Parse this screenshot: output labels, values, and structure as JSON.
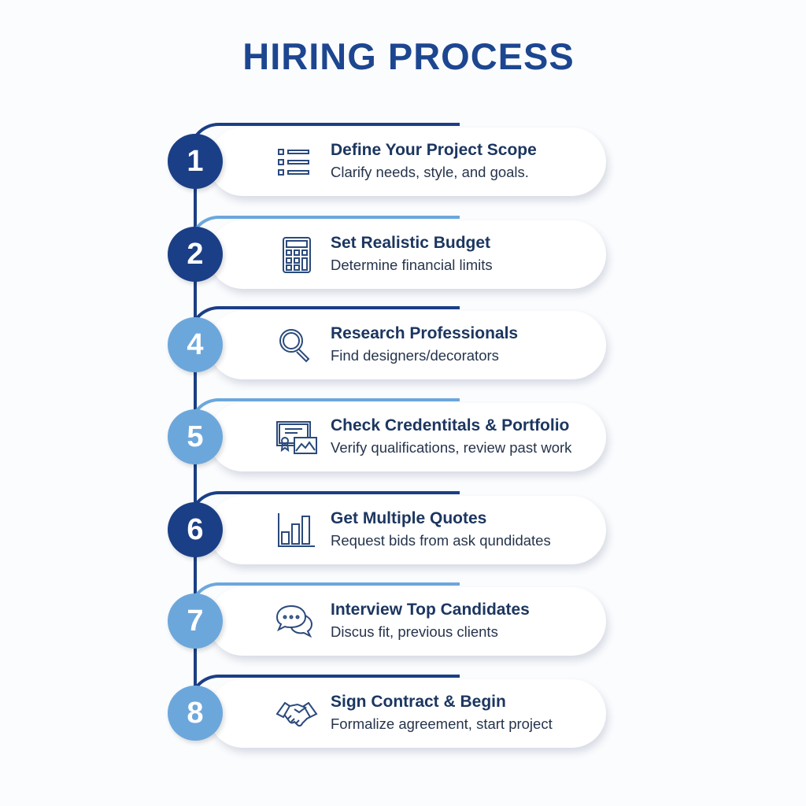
{
  "title": "HIRING PROCESS",
  "colors": {
    "dark": "#1b3f86",
    "light": "#6ca7dc",
    "text": "#1c3660"
  },
  "steps": [
    {
      "number": "1",
      "title": "Define Your Project Scope",
      "description": "Clarify needs, style, and goals.",
      "icon": "list-icon",
      "circle": "dark",
      "accent": "dark"
    },
    {
      "number": "2",
      "title": "Set Realistic Budget",
      "description": "Determine financial limits",
      "icon": "calculator-icon",
      "circle": "dark",
      "accent": "light"
    },
    {
      "number": "4",
      "title": "Research Professionals",
      "description": "Find designers/decorators",
      "icon": "magnifier-icon",
      "circle": "light",
      "accent": "dark"
    },
    {
      "number": "5",
      "title": "Check Credentitals & Portfolio",
      "description": "Verify qualifications, review past work",
      "icon": "certificate-icon",
      "circle": "light",
      "accent": "light"
    },
    {
      "number": "6",
      "title": "Get Multiple Quotes",
      "description": "Request bids from ask qundidates",
      "icon": "bar-chart-icon",
      "circle": "dark",
      "accent": "dark"
    },
    {
      "number": "7",
      "title": "Interview Top Candidates",
      "description": "Discus fit, previous clients",
      "icon": "chat-bubbles-icon",
      "circle": "light",
      "accent": "light"
    },
    {
      "number": "8",
      "title": "Sign Contract & Begin",
      "description": "Formalize agreement, start project",
      "icon": "handshake-icon",
      "circle": "light",
      "accent": "dark"
    }
  ]
}
